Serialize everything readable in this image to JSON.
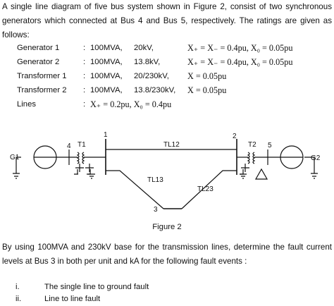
{
  "intro": "A single line diagram of five bus system shown in Figure 2, consist of two synchronous generators which connected at Bus 4 and Bus 5, respectively. The ratings are given as follows:",
  "ratings": [
    {
      "name": "Generator 1",
      "sep": ":",
      "mva": "100MVA,",
      "kv": "20kV,",
      "imp": "X₊ = X₋ = 0.4pu,  X₀ = 0.05pu"
    },
    {
      "name": "Generator 2",
      "sep": ":",
      "mva": "100MVA,",
      "kv": "13.8kV,",
      "imp": "X₊ = X₋ = 0.4pu,  X₀ = 0.05pu"
    },
    {
      "name": "Transformer 1",
      "sep": ":",
      "mva": "100MVA,",
      "kv": "20/230kV,",
      "imp": "X = 0.05pu"
    },
    {
      "name": "Transformer 2",
      "sep": ":",
      "mva": "100MVA,",
      "kv": "13.8/230kV,",
      "imp": "X = 0.05pu"
    },
    {
      "name": "Lines",
      "sep": ":",
      "mva": "X₊ = 0.2pu,  X₀ = 0.4pu",
      "kv": "",
      "imp": ""
    }
  ],
  "diagram": {
    "generator_left": "G1",
    "generator_right": "G2",
    "transformer_left": "T1",
    "transformer_right": "T2",
    "bus_labels": [
      "1",
      "2",
      "3",
      "4",
      "5"
    ],
    "lines": [
      "TL12",
      "TL13",
      "TL23"
    ]
  },
  "figure_caption": "Figure 2",
  "question": "By using 100MVA and 230kV base for the transmission lines, determine the fault current levels at Bus 3 in both per unit and kA for the following fault events :",
  "fault_events": [
    {
      "num": "i.",
      "text": "The single line to ground fault"
    },
    {
      "num": "ii.",
      "text": "Line to line fault"
    }
  ]
}
